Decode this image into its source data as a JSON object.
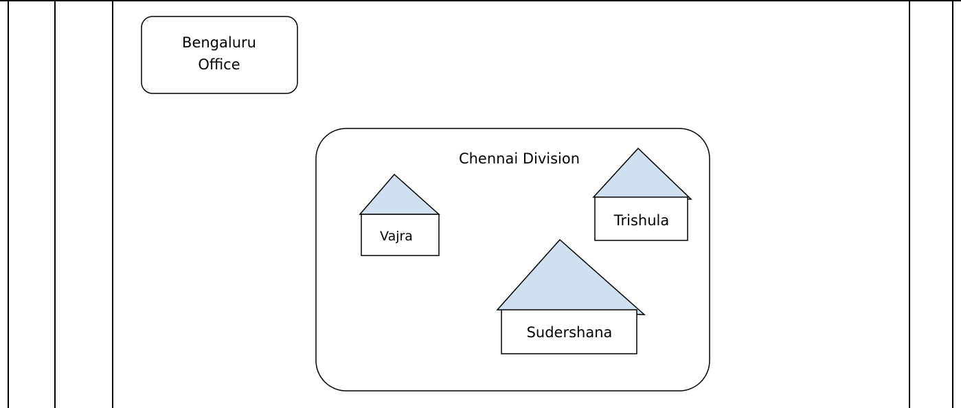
{
  "diagram": {
    "office": {
      "label_line1": "Bengaluru",
      "label_line2": "Office"
    },
    "division": {
      "label": "Chennai Division"
    },
    "houses": [
      {
        "label": "Vajra"
      },
      {
        "label": "Trishula"
      },
      {
        "label": "Sudershana"
      }
    ]
  },
  "colors": {
    "roof_fill": "#cfe0f1",
    "stroke": "#000000",
    "background": "#ffffff"
  }
}
